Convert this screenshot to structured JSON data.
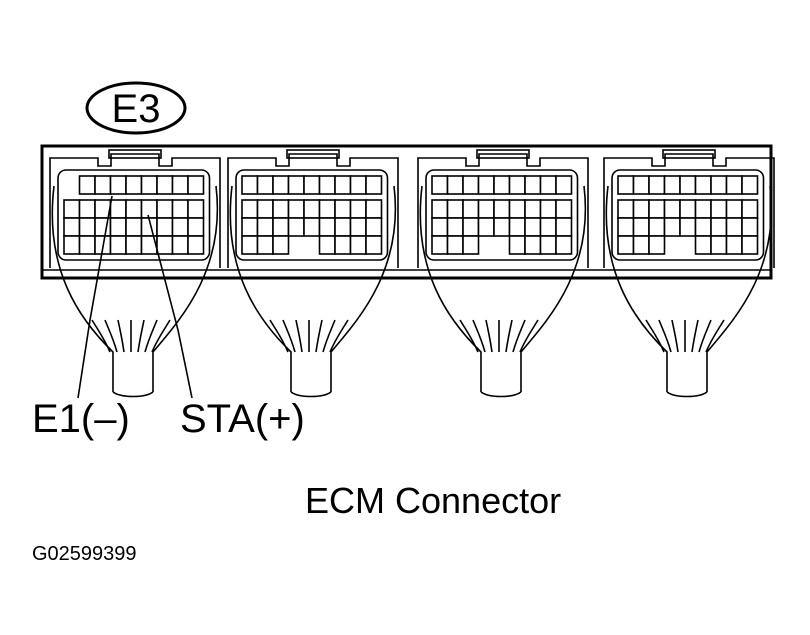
{
  "connector": {
    "id_label": "E3",
    "block_count": 4,
    "title": "ECM Connector"
  },
  "terminals": [
    {
      "name": "E1(–)",
      "block": 0,
      "row": 0,
      "col": 3
    },
    {
      "name": "STA(+)",
      "block": 0,
      "row": 1,
      "col": 5
    }
  ],
  "figure_code": "G02599399"
}
